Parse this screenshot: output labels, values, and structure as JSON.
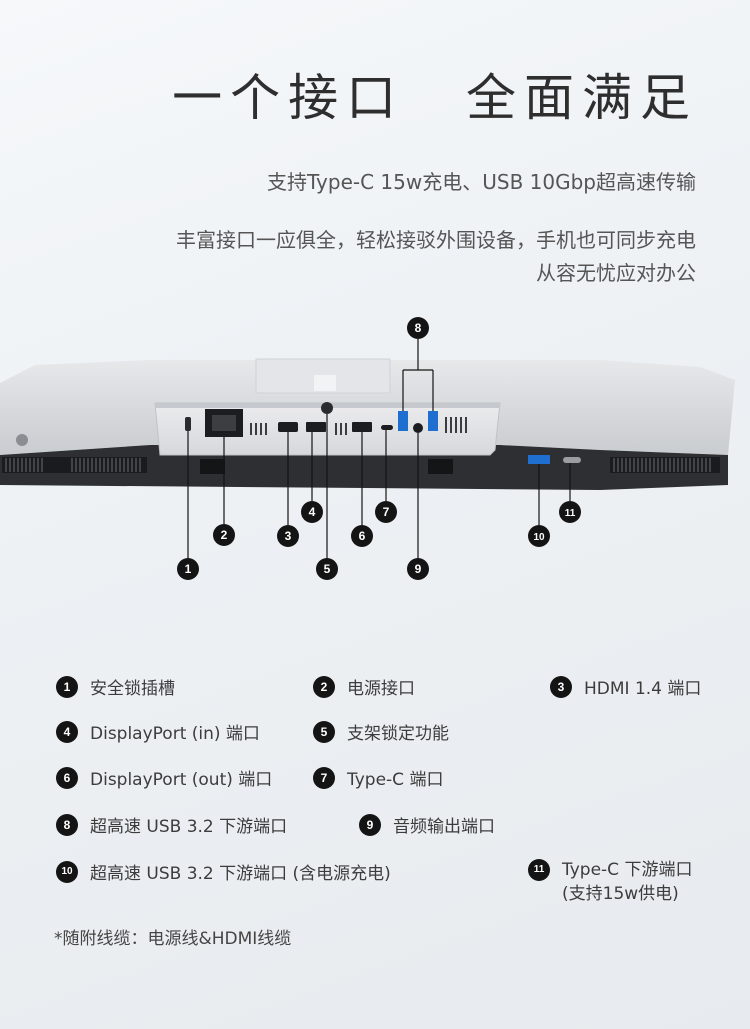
{
  "header": {
    "title_part1": "一个接口",
    "title_part2": "全面满足",
    "subtitle": "支持Type-C 15w充电、USB 10Gbp超高速传输",
    "desc_line1": "丰富接口一应俱全，轻松接驳外围设备，手机也可同步充电",
    "desc_line2": "从容无忧应对办公"
  },
  "callouts": [
    "1",
    "2",
    "3",
    "4",
    "5",
    "6",
    "7",
    "8",
    "9",
    "10",
    "11"
  ],
  "ports": [
    {
      "num": "1",
      "label": "安全锁插槽"
    },
    {
      "num": "2",
      "label": "电源接口"
    },
    {
      "num": "3",
      "label": "HDMI 1.4 端口"
    },
    {
      "num": "4",
      "label": "DisplayPort (in) 端口"
    },
    {
      "num": "5",
      "label": "支架锁定功能"
    },
    {
      "num": "6",
      "label": "DisplayPort (out) 端口"
    },
    {
      "num": "7",
      "label": "Type-C 端口"
    },
    {
      "num": "8",
      "label": "超高速 USB 3.2 下游端口"
    },
    {
      "num": "9",
      "label": "音频输出端口"
    },
    {
      "num": "10",
      "label": "超高速 USB 3.2 下游端口 (含电源充电)"
    },
    {
      "num": "11",
      "label": "Type-C 下游端口",
      "label2": "(支持15w供电)"
    }
  ],
  "footnote": "*随附线缆：电源线&HDMI线缆",
  "colors": {
    "badge": "#141414",
    "monitor_silver": "#d9dcdf",
    "monitor_dark": "#2d2f33",
    "usb_blue": "#1f6fd1"
  }
}
